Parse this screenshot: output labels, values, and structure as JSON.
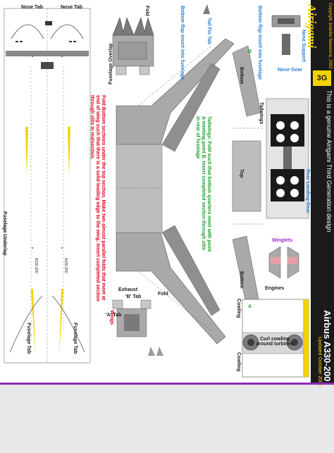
{
  "sheet": {
    "brand": "Airigami",
    "copyright": "Copyright Jennifer Newsome, 2002",
    "badge": "3G",
    "tagline": "This is a genuine Airigami Third Generation design",
    "model": "Airbus A330-200",
    "updated": "Updated October 2003"
  },
  "labels": {
    "nose_tab_left": "Nose Tab",
    "nose_tab_right": "Nose Tab",
    "fuselage_underlap": "Fuselage Underlap",
    "fuselage_tab_left": "Fuselage Tab",
    "fuselage_tab_right": "Fuselage Tab",
    "fuselage_overlap": "Fuselage Overlap",
    "bottom_flap_1": "Bottom flap insert into fuselage",
    "bottom_flap_2": "Bottom flap insert into fuselage",
    "tail_fin_tab": "Tail Fin Tab",
    "fold_instructions": "Fold Bottom sections under the top section. Make two almost parallel folds that meet at end of wing such that there is a solid leading edge to the wing. Insert completed section through slits in midsection.",
    "wings": "Wings",
    "tailwings_instructions": "Tailwings: Fold such that bottom quarters meet with point A meeting point B. Insert completed section through slits in rear of fuselage",
    "tailwings": "Tailwings",
    "bottom_top": "Bottom",
    "top": "Top",
    "bottom_lower": "Bottom",
    "point_a": "A",
    "point_b": "B",
    "fold": "Fold",
    "nose_support": "Nose Support",
    "nose_gear": "Nose Gear",
    "rear_landing_gear": "Rear Landing Gear",
    "winglets": "Winglets",
    "engines": "Engines",
    "cowling_top": "Cowling",
    "cowling_bottom": "Cowling",
    "curl_cowling": "Curl cowling around turbines",
    "exhaust": "Exhaust",
    "tab_a": "'A' Tab",
    "tab_b": "'B' Tab",
    "reg_1": "A330-200",
    "reg_2": "A330-200"
  },
  "colors": {
    "accent_yellow": "#f0d200",
    "title_bar": "#1a1a1a",
    "instruction_red": "#e0001b",
    "label_blue": "#2a7fd4",
    "label_green": "#1e9e2a",
    "label_purple": "#9a28c7",
    "part_gray": "#a9a9a9",
    "divider_purple": "#8a2bb5"
  }
}
